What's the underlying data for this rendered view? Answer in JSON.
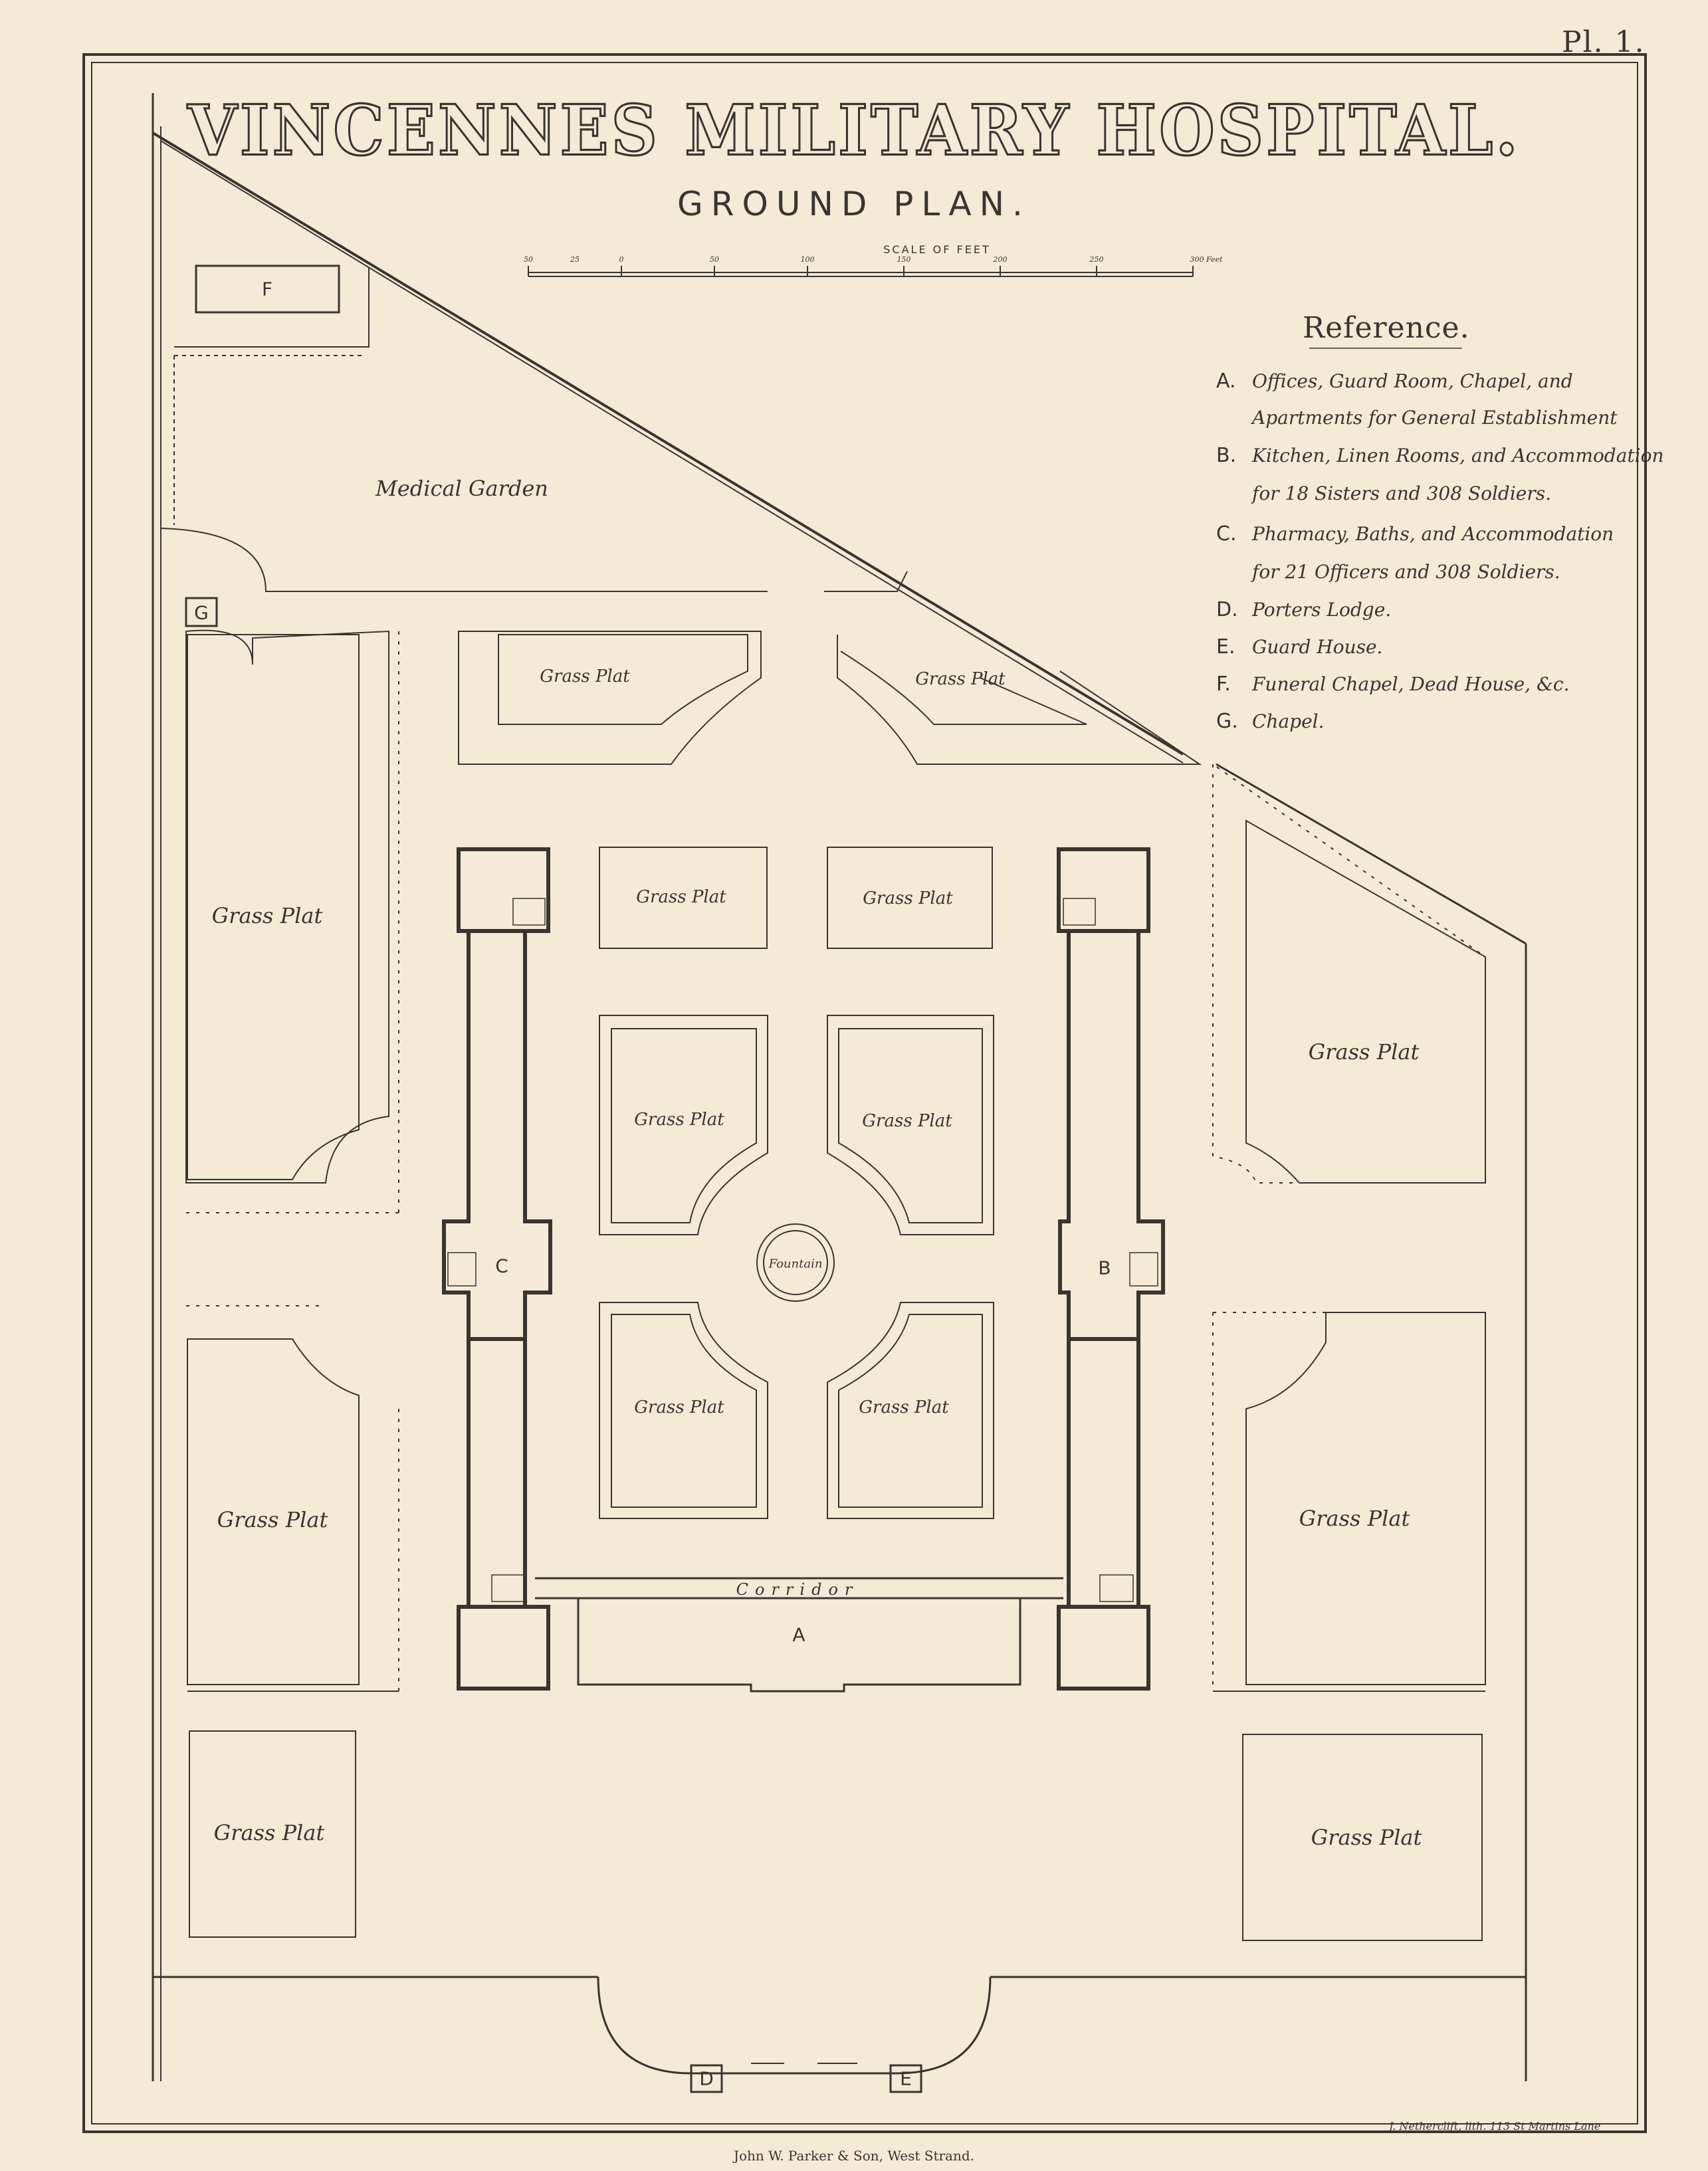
{
  "plate_number": "Pl. 1.",
  "title": "VINCENNES MILITARY HOSPITAL.",
  "subtitle": "GROUND PLAN.",
  "scale": {
    "title": "SCALE OF FEET",
    "ticks": [
      "50",
      "25",
      "0",
      "50",
      "100",
      "150",
      "200",
      "250",
      "300 Feet"
    ]
  },
  "reference": {
    "heading": "Reference.",
    "items": [
      {
        "key": "A.",
        "lines": [
          "Offices, Guard Room, Chapel, and",
          "Apartments for General Establishment"
        ]
      },
      {
        "key": "B.",
        "lines": [
          "Kitchen, Linen Rooms, and Accommodation",
          "for 18 Sisters and 308 Soldiers."
        ]
      },
      {
        "key": "C.",
        "lines": [
          "Pharmacy, Baths, and Accommodation",
          "for 21 Officers and 308 Soldiers."
        ]
      },
      {
        "key": "D.",
        "lines": [
          "Porters Lodge."
        ]
      },
      {
        "key": "E.",
        "lines": [
          "Guard House."
        ]
      },
      {
        "key": "F.",
        "lines": [
          "Funeral Chapel, Dead House, &c."
        ]
      },
      {
        "key": "G.",
        "lines": [
          "Chapel."
        ]
      }
    ]
  },
  "plan_labels": {
    "medical_garden": "Medical Garden",
    "grass_plat": "Grass Plat",
    "fountain": "Fountain",
    "corridor": "Corridor",
    "building_a": "A",
    "building_b": "B",
    "building_c": "C",
    "building_d": "D",
    "building_e": "E",
    "building_f": "F",
    "building_g": "G"
  },
  "footer": {
    "publisher": "John W. Parker & Son, West Strand.",
    "engraver": "J. Netherclift, lith. 113 St Martins Lane"
  },
  "colors": {
    "paper": "#f4ead6",
    "ink": "#3a352e"
  }
}
